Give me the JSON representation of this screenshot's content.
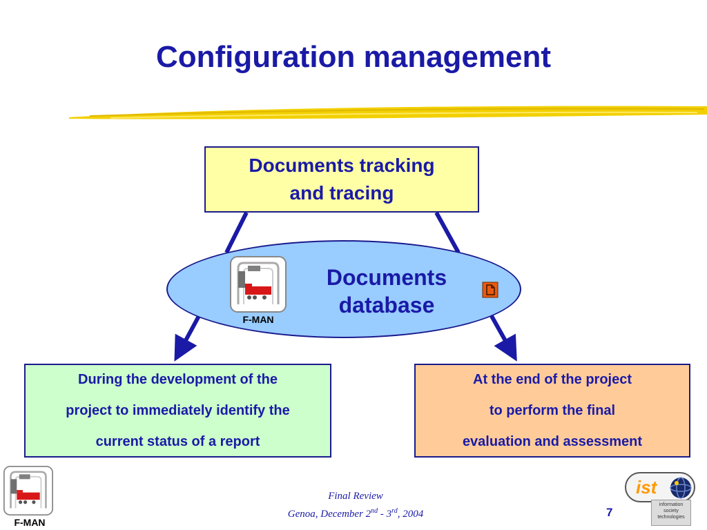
{
  "slide": {
    "title": "Configuration management",
    "colors": {
      "title": "#1a1aa6",
      "brush": "#f2d000",
      "arrows": "#1a1aa6"
    }
  },
  "diagram": {
    "top_box": {
      "line1": "Documents tracking",
      "line2": "and tracing",
      "color": "#ffffa6"
    },
    "database": {
      "line1": "Documents",
      "line2": "database",
      "color": "#99ccff",
      "icon": "document-icon"
    },
    "left_box": {
      "line1": "During the development of the",
      "line2": "project to immediately identify the",
      "line3": "current status of a report",
      "color": "#ccffcc"
    },
    "right_box": {
      "line1": "At the end of the project",
      "line2": "to perform the final",
      "line3": "evaluation and assessment",
      "color": "#ffcc99"
    },
    "logo_caption": "F-MAN"
  },
  "footer": {
    "event": "Final Review",
    "date_prefix": "Genoa, December 2",
    "date_sup1": "nd",
    "date_mid": " - 3",
    "date_sup2": "rd",
    "date_suffix": ", 2004",
    "page_number": "7",
    "logo_caption": "F-MAN",
    "ist_text": "ist",
    "ist_tag_line1": "information",
    "ist_tag_line2": "society",
    "ist_tag_line3": "technologies"
  }
}
